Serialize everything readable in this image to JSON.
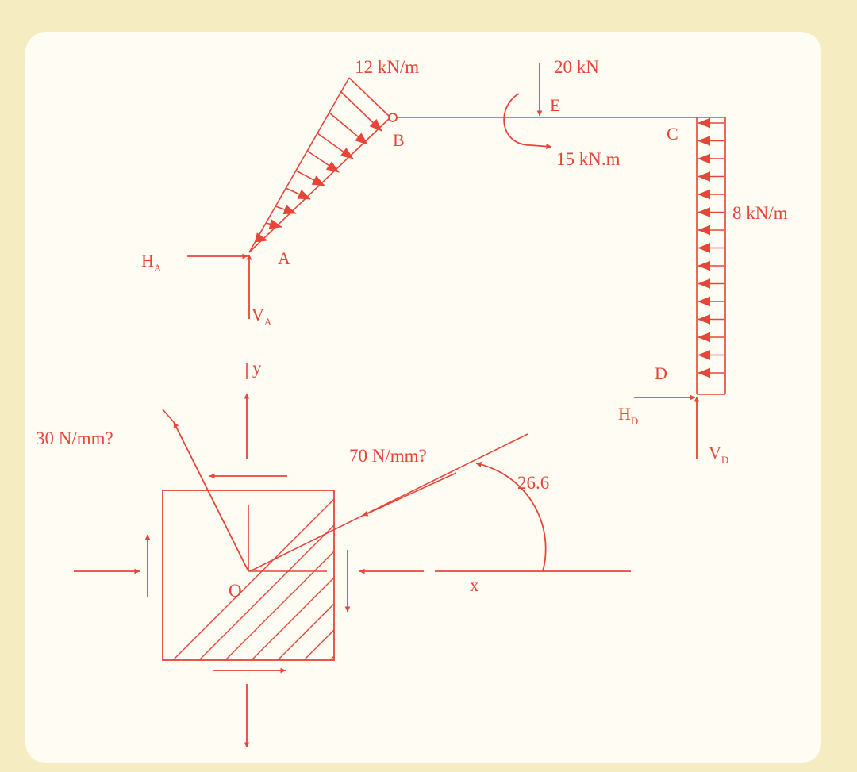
{
  "colors": {
    "ink": "#e8443a",
    "background": "#f6ecc2",
    "card": "#fffdf3"
  },
  "frame": {
    "nodes": {
      "A": "A",
      "B": "B",
      "C": "C",
      "D": "D",
      "E": "E"
    },
    "loads": {
      "triangular": "12 kN/m",
      "point": "20 kN",
      "moment": "15 kN.m",
      "uniform": "8 kN/m"
    },
    "reactions": {
      "HA": {
        "main": "H",
        "sub": "A"
      },
      "VA": {
        "main": "V",
        "sub": "A"
      },
      "HD": {
        "main": "H",
        "sub": "D"
      },
      "VD": {
        "main": "V",
        "sub": "D"
      }
    }
  },
  "element": {
    "axis_y": "y",
    "axis_x": "x",
    "origin": "O",
    "stress_1": "30 N/mm?",
    "stress_2": "70 N/mm?",
    "angle": "26.6"
  }
}
